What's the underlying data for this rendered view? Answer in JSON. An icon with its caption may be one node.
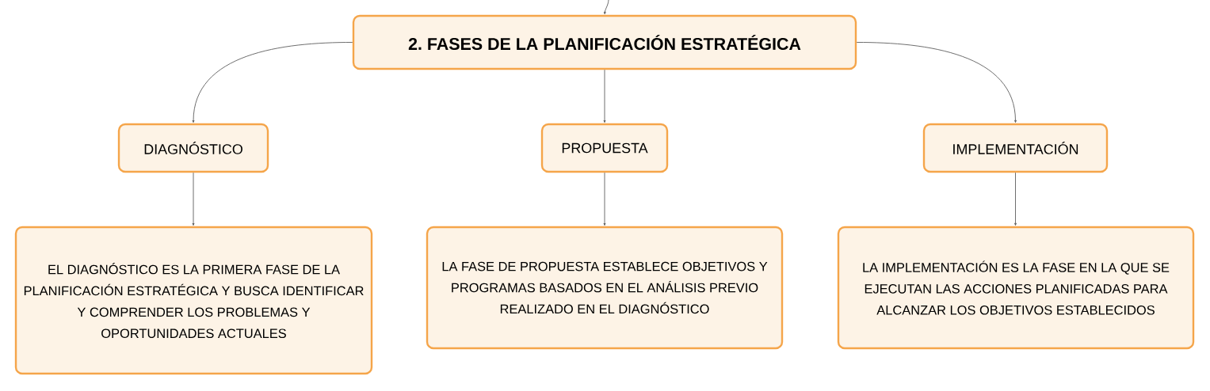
{
  "diagram": {
    "nodes": [
      {
        "text": [
          "2. FASES DE LA PLANIFICACIÓN ESTRATÉGICA"
        ]
      },
      {
        "text": [
          "DIAGNÓSTICO"
        ]
      },
      {
        "text": [
          "PROPUESTA"
        ]
      },
      {
        "text": [
          "IMPLEMENTACIÓN"
        ]
      },
      {
        "text": [
          "EL DIAGNÓSTICO ES LA PRIMERA FASE DE LA PLANIFICACIÓN ESTRATÉGICA Y BUSCA IDENTIFICAR Y COMPRENDER LOS PROBLEMAS Y OPORTUNIDADES ACTUALES"
        ]
      },
      {
        "text": [
          "LA FASE DE PROPUESTA ESTABLECE OBJETIVOS Y PROGRAMAS BASADOS EN EL ANÁLISIS PREVIO REALIZADO EN EL DIAGNÓSTICO"
        ]
      },
      {
        "text": [
          "LA IMPLEMENTACIÓN ES LA FASE EN LA QUE SE EJECUTAN LAS ACCIONES PLANIFICADAS PARA ALCANZAR LOS OBJETIVOS ESTABLECIDOS"
        ]
      }
    ],
    "edges": [
      {
        "from": null,
        "to": 0,
        "arrow": "to"
      },
      {
        "from": 0,
        "to": 1,
        "arrow": "to"
      },
      {
        "from": 0,
        "to": 2,
        "arrow": "to"
      },
      {
        "from": 0,
        "to": 3,
        "arrow": "to"
      },
      {
        "from": 1,
        "to": 4,
        "arrow": "to"
      },
      {
        "from": 2,
        "to": 5,
        "arrow": "to"
      },
      {
        "from": 3,
        "to": 6,
        "arrow": "to"
      }
    ]
  }
}
